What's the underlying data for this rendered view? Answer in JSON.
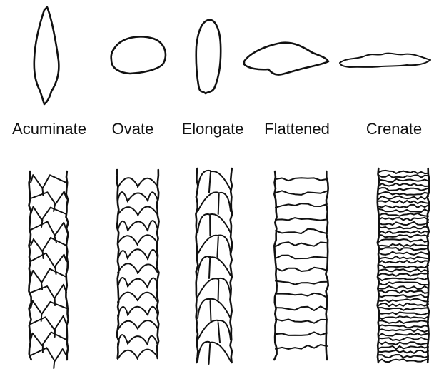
{
  "figure": {
    "scale_types": [
      {
        "id": "acuminate",
        "label": "Acuminate"
      },
      {
        "id": "ovate",
        "label": "Ovate"
      },
      {
        "id": "elongate",
        "label": "Elongate"
      },
      {
        "id": "flattened",
        "label": "Flattened"
      },
      {
        "id": "crenate",
        "label": "Crenate"
      }
    ],
    "ink_color": "#111111",
    "background_color": "#ffffff"
  }
}
